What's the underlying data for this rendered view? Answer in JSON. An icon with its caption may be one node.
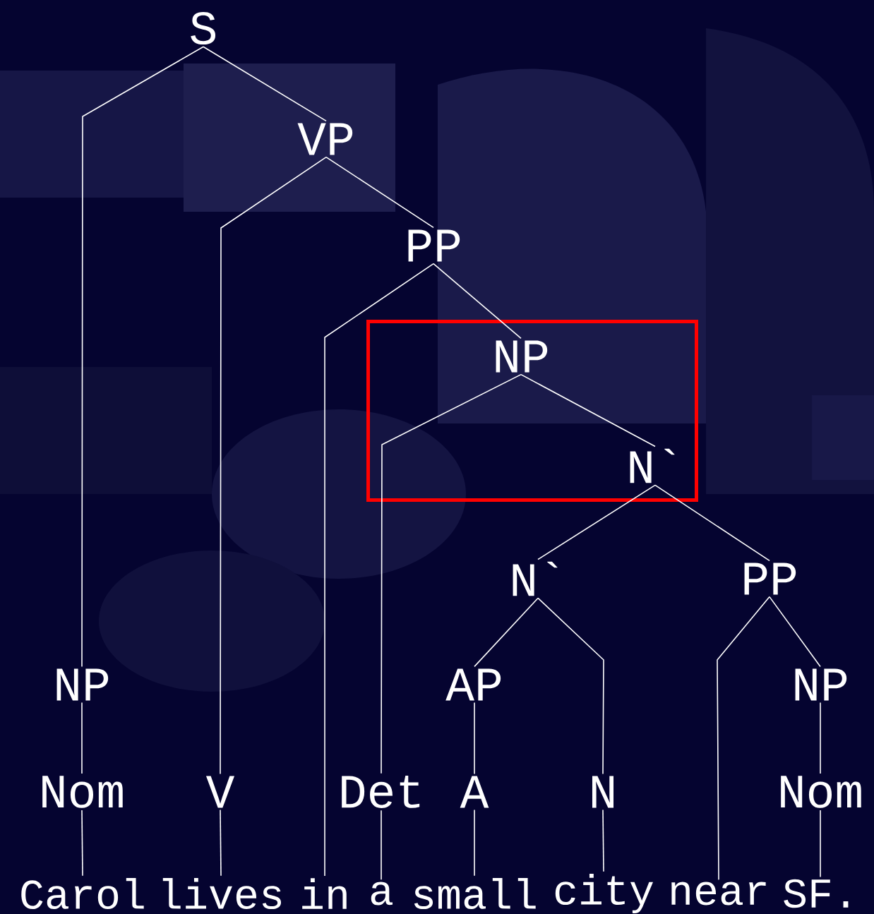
{
  "diagram": {
    "nodes": [
      {
        "text": [
          "S"
        ]
      },
      {
        "text": [
          "VP"
        ]
      },
      {
        "text": [
          "PP"
        ]
      },
      {
        "text": [],
        "shape": "box"
      },
      {
        "text": [
          "NP"
        ],
        "in": 3
      },
      {
        "text": [
          "N`"
        ],
        "in": 3
      },
      {
        "text": [
          "N`"
        ]
      },
      {
        "text": [
          "PP"
        ]
      },
      {
        "text": [
          "NP"
        ]
      },
      {
        "text": [
          "AP"
        ]
      },
      {
        "text": [
          "NP"
        ]
      },
      {
        "text": [
          "Nom"
        ]
      },
      {
        "text": [
          "V"
        ]
      },
      {
        "text": [
          "Det"
        ]
      },
      {
        "text": [
          "A"
        ]
      },
      {
        "text": [
          "N"
        ]
      },
      {
        "text": [
          "Nom"
        ]
      },
      {
        "text": [
          "Carol"
        ]
      },
      {
        "text": [
          "lives"
        ]
      },
      {
        "text": [
          "in"
        ]
      },
      {
        "text": [
          "a"
        ]
      },
      {
        "text": [
          "small"
        ]
      },
      {
        "text": [
          "city"
        ]
      },
      {
        "text": [
          "near"
        ]
      },
      {
        "text": [
          "SF."
        ]
      }
    ],
    "edges": [
      {
        "from": 0,
        "to": 8,
        "arrow": "none"
      },
      {
        "from": 0,
        "to": 1,
        "arrow": "none"
      },
      {
        "from": 1,
        "to": 12,
        "arrow": "none"
      },
      {
        "from": 1,
        "to": 2,
        "arrow": "none"
      },
      {
        "from": 2,
        "to": 19,
        "arrow": "none"
      },
      {
        "from": 2,
        "to": 4,
        "arrow": "none"
      },
      {
        "from": 4,
        "to": 13,
        "arrow": "none"
      },
      {
        "from": 4,
        "to": 5,
        "arrow": "none"
      },
      {
        "from": 5,
        "to": 6,
        "arrow": "none"
      },
      {
        "from": 5,
        "to": 7,
        "arrow": "none"
      },
      {
        "from": 6,
        "to": 9,
        "arrow": "none"
      },
      {
        "from": 6,
        "to": 15,
        "arrow": "none"
      },
      {
        "from": 7,
        "to": 23,
        "arrow": "none"
      },
      {
        "from": 7,
        "to": 10,
        "arrow": "none"
      },
      {
        "from": 8,
        "to": 11,
        "arrow": "none"
      },
      {
        "from": 11,
        "to": 17,
        "arrow": "none"
      },
      {
        "from": 12,
        "to": 18,
        "arrow": "none"
      },
      {
        "from": 13,
        "to": 20,
        "arrow": "none"
      },
      {
        "from": 9,
        "to": 14,
        "arrow": "none"
      },
      {
        "from": 14,
        "to": 21,
        "arrow": "none"
      },
      {
        "from": 15,
        "to": 22,
        "arrow": "none"
      },
      {
        "from": 10,
        "to": 16,
        "arrow": "none"
      },
      {
        "from": 16,
        "to": 24,
        "arrow": "none"
      }
    ]
  }
}
